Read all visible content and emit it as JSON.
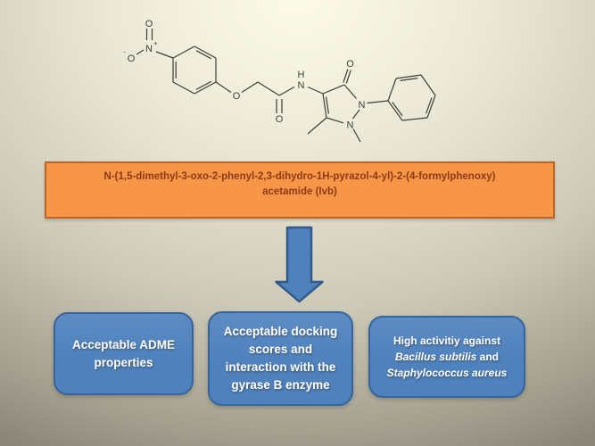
{
  "colors": {
    "orange_fill": "#F79646",
    "orange_border": "#BA6525",
    "orange_text": "#8C3A19",
    "blue_fill": "#4F81BD",
    "blue_border": "#36659C",
    "blue_text": "#FFFFFF",
    "mol_line": "#3F3F37"
  },
  "molecule": {
    "atoms": {
      "nitro_oxygen": "O",
      "nitro_nitrogen": "N",
      "nitro_plus": "+",
      "nitro_minus": "-",
      "nitro_oxide": "O",
      "ether_oxygen": "O",
      "amide_oxygen": "O",
      "amide_nitrogen": "N",
      "amide_hydrogen": "H",
      "keto_oxygen": "O",
      "pyrazole_n2": "N",
      "pyrazole_n1": "N"
    }
  },
  "compound_box": {
    "line1": "N-(1,5-dimethyl-3-oxo-2-phenyl-2,3-dihydro-1H-pyrazol-4-yl)-2-(4-formylphenoxy)",
    "line2": "acetamide  (Ivb)"
  },
  "outcome_boxes": {
    "adme": "Acceptable ADME properties",
    "docking": "Acceptable docking scores and interaction with the gyrase B enzyme",
    "activity": {
      "prefix": "High activitiy against",
      "species1": "Bacillus subtilis",
      "conjunction": "and",
      "species2": "Staphylococcus aureus"
    }
  }
}
